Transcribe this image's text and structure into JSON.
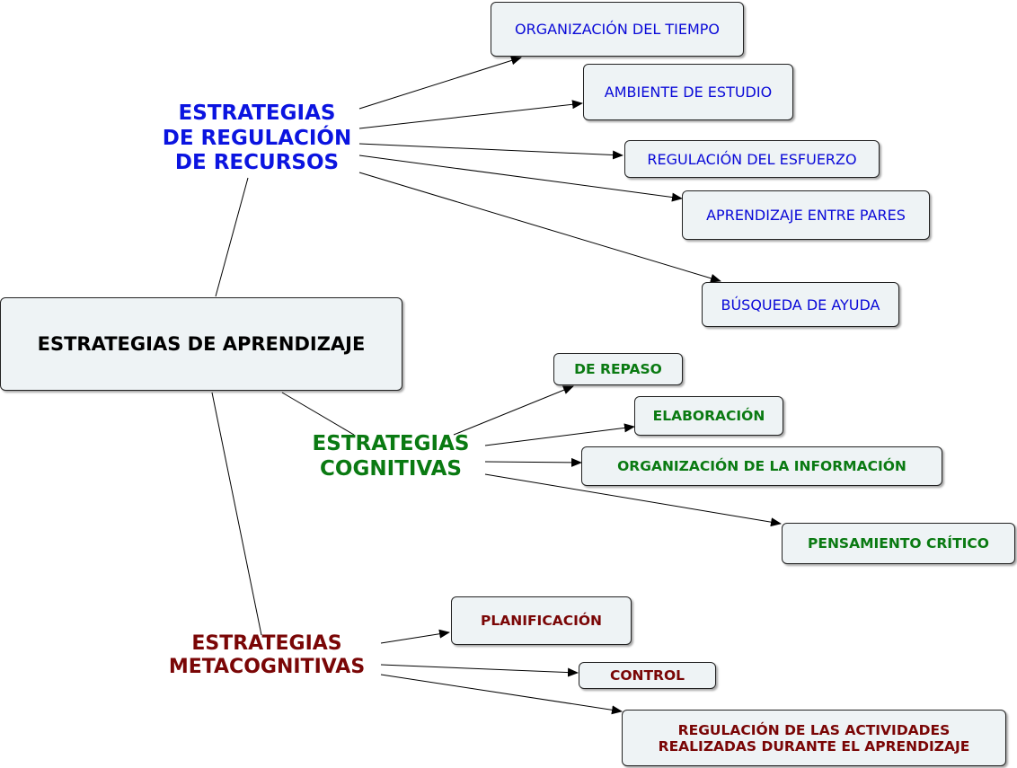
{
  "root": {
    "label": "ESTRATEGIAS DE APRENDIZAJE"
  },
  "categories": {
    "regulacion": {
      "line1": "ESTRATEGIAS",
      "line2": "DE REGULACIÓN",
      "line3": "DE RECURSOS",
      "color": "#0b14e0"
    },
    "cognitivas": {
      "line1": "ESTRATEGIAS",
      "line2": "COGNITIVAS",
      "color": "#0a7a12"
    },
    "metacognitivas": {
      "line1": "ESTRATEGIAS",
      "line2": "METACOGNITIVAS",
      "color": "#7a0606"
    }
  },
  "regulacion_items": [
    "ORGANIZACIÓN DEL TIEMPO",
    "AMBIENTE DE ESTUDIO",
    "REGULACIÓN DEL ESFUERZO",
    "APRENDIZAJE ENTRE PARES",
    "BÚSQUEDA DE AYUDA"
  ],
  "cognitivas_items": [
    "DE REPASO",
    "ELABORACIÓN",
    "ORGANIZACIÓN DE LA INFORMACIÓN",
    "PENSAMIENTO CRÍTICO"
  ],
  "metacognitivas_items": [
    "PLANIFICACIÓN",
    "CONTROL",
    {
      "line1": "REGULACIÓN DE LAS ACTIVIDADES",
      "line2": "REALIZADAS DURANTE EL APRENDIZAJE"
    }
  ]
}
